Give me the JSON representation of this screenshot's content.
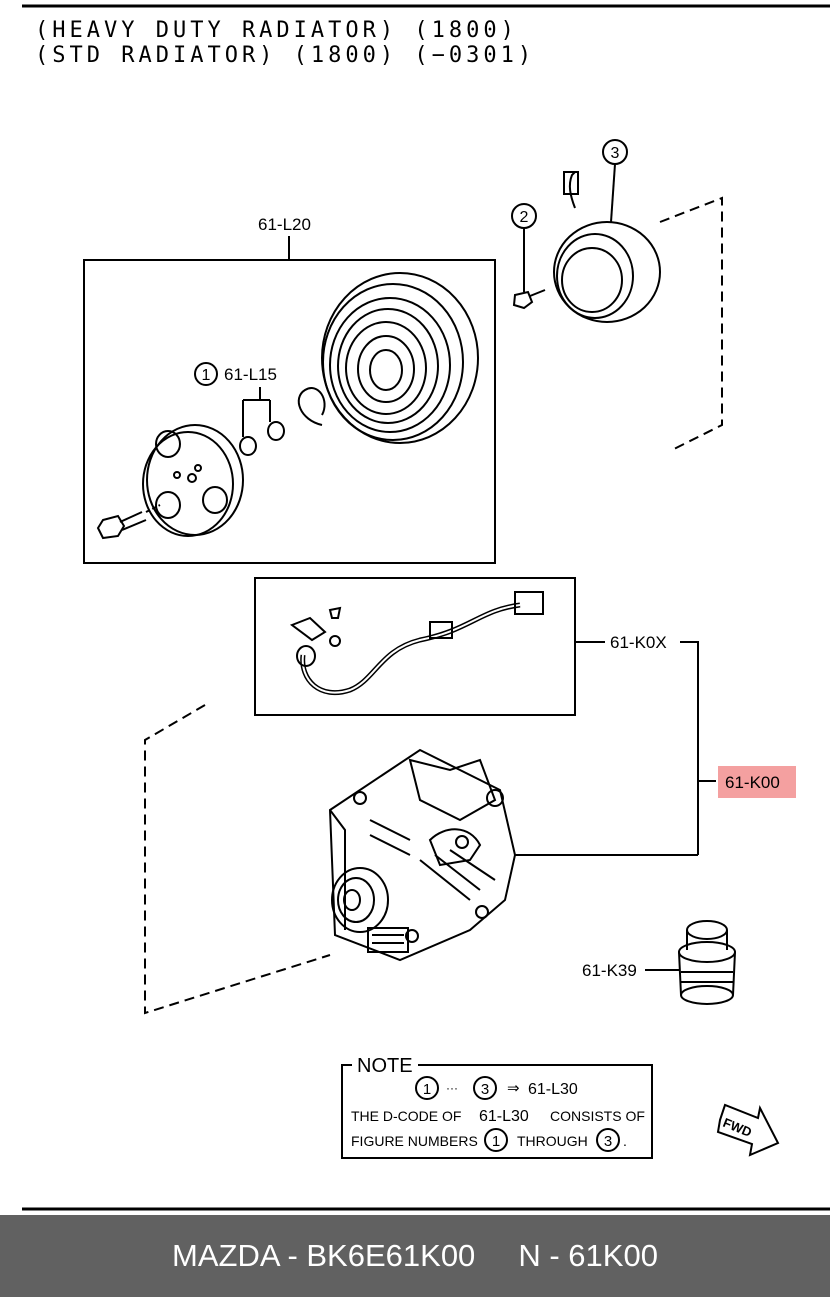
{
  "header": {
    "line1": "(HEAVY DUTY RADIATOR) (1800)",
    "line2": "(STD RADIATOR) (1800) (−0301)"
  },
  "callouts": {
    "clutch_kit": "61-L20",
    "clutch_seals": "61-L15",
    "harness": "61-K0X",
    "compressor": "61-K00",
    "filter": "61-K39",
    "num1": "1",
    "num2": "2",
    "num3": "3"
  },
  "note": {
    "title": "NOTE",
    "row1_start": "1",
    "row1_dots": "···",
    "row1_end": "3",
    "row1_arrow": "⇒",
    "row1_code": "61-L30",
    "row2_a": "THE D-CODE OF",
    "row2_code": "61-L30",
    "row2_b": "CONSISTS OF",
    "row3_a": "FIGURE NUMBERS",
    "row3_n1": "1",
    "row3_b": "THROUGH",
    "row3_n3": "3",
    "row3_end": "."
  },
  "fwd_label": "FWD",
  "footer": {
    "brand_part": "MAZDA - BK6E61K00",
    "ref": "N - 61K00"
  },
  "colors": {
    "highlight": "#f4a0a0",
    "footer_bg": "#616161"
  }
}
